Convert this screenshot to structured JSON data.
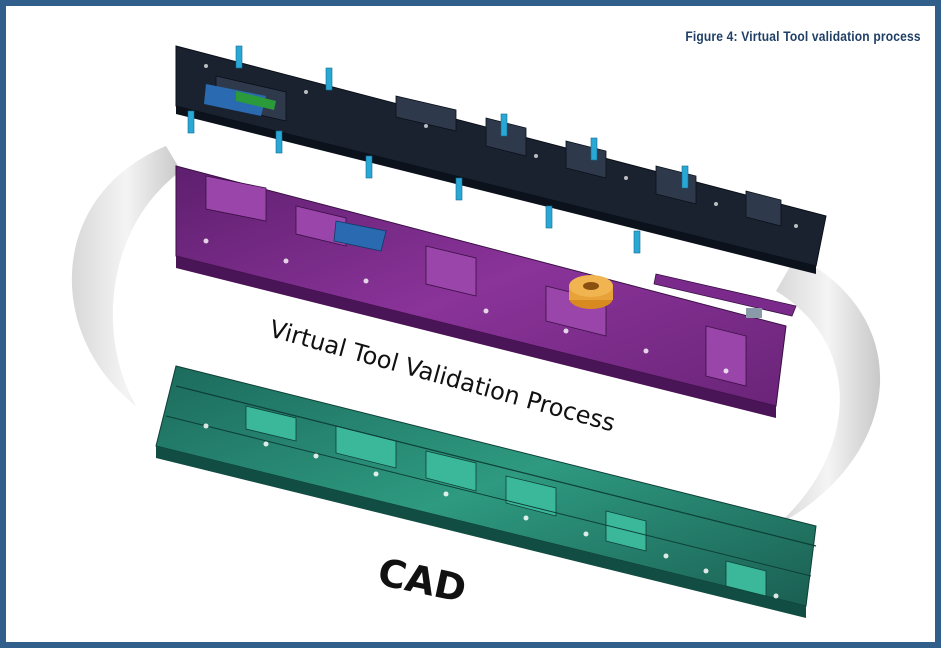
{
  "figure": {
    "caption": "Figure 4: Virtual Tool validation process",
    "process_label": "Virtual Tool Validation Process",
    "bottom_label": "CAD"
  },
  "colors": {
    "frame": "#2f5f8a",
    "top_layer": "#1a2230",
    "middle_layer": "#7a2a8a",
    "bottom_layer": "#1f7a6a"
  }
}
